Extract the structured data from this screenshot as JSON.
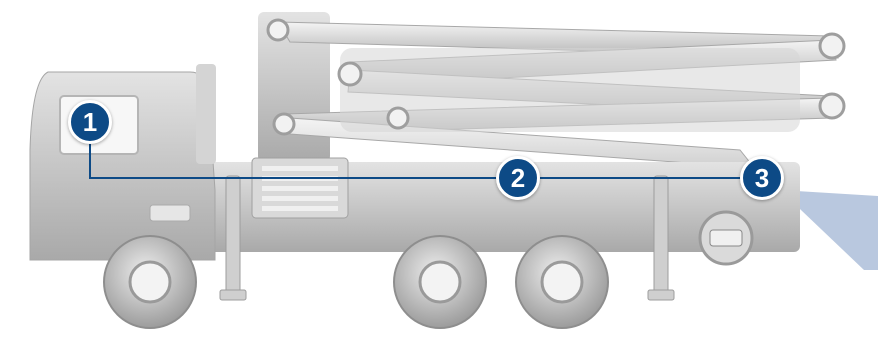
{
  "colors": {
    "truck_body": "#c5c5c5",
    "truck_shadow": "#9a9a9a",
    "truck_highlight": "#ececec",
    "marker_fill": "#0d4a86",
    "connector_line": "#0d4a86",
    "spray": "#b9c8df"
  },
  "markers": [
    {
      "id": "marker-1",
      "label": "1"
    },
    {
      "id": "marker-2",
      "label": "2"
    },
    {
      "id": "marker-3",
      "label": "3"
    }
  ]
}
